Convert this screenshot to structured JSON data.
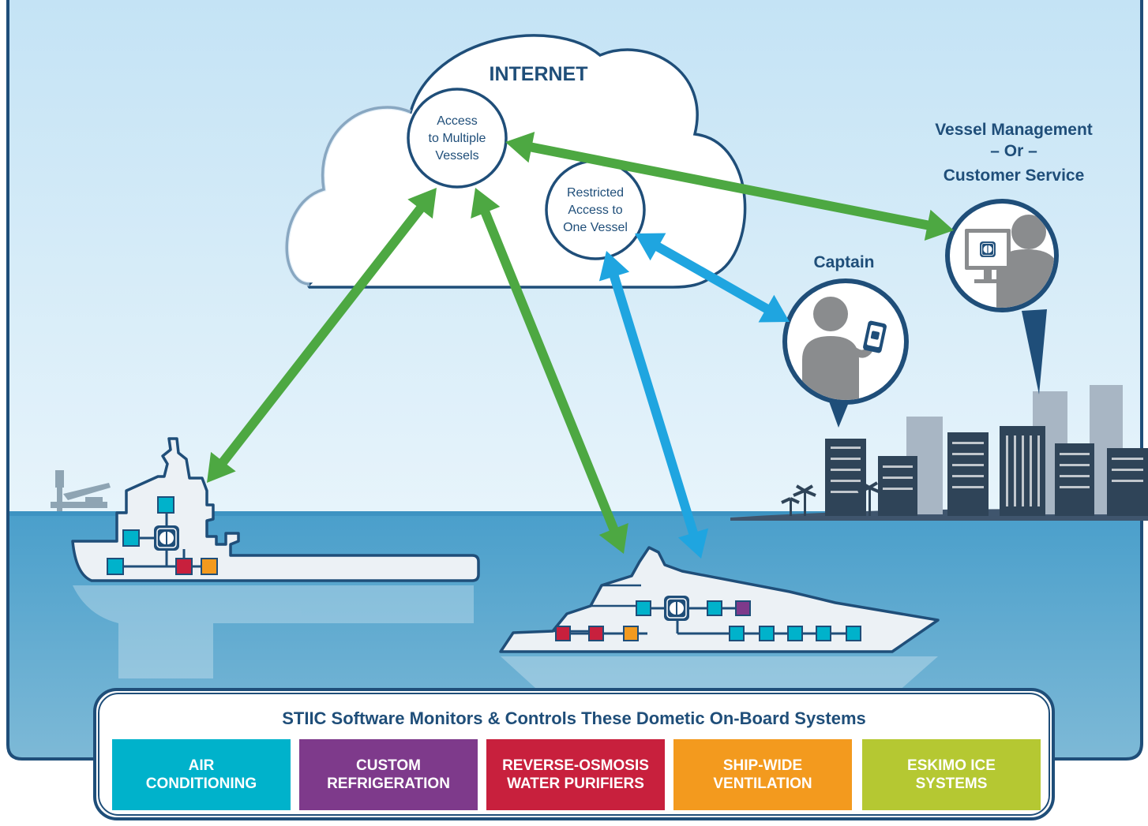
{
  "cloud": {
    "title": "INTERNET",
    "multi_access_label": "Access\nto Multiple\nVessels",
    "restricted_access_label": "Restricted\nAccess to\nOne Vessel"
  },
  "roles": {
    "captain": "Captain",
    "management_line1": "Vessel Management",
    "management_line2": "– Or –",
    "management_line3": "Customer Service"
  },
  "legend": {
    "title": "STIIC Software Monitors & Controls These Dometic On-Board Systems",
    "items": [
      {
        "label": "AIR\nCONDITIONING",
        "color": "#00b2cb"
      },
      {
        "label": "CUSTOM\nREFRIGERATION",
        "color": "#7e3a8b"
      },
      {
        "label": "REVERSE-OSMOSIS\nWATER PURIFIERS",
        "color": "#c8203d"
      },
      {
        "label": "SHIP-WIDE\nVENTILATION",
        "color": "#f39a1e"
      },
      {
        "label": "ESKIMO ICE\nSYSTEMS",
        "color": "#b5c832"
      }
    ]
  },
  "colors": {
    "network_green": "#4da842",
    "restricted_blue": "#1fa5e0",
    "navy": "#1f4e79",
    "sky_top": "#c4e3f5",
    "sea": "#4a9fcb"
  },
  "icons": {
    "logo": "dometic-logo-icon",
    "person": "person-icon",
    "phone": "phone-icon",
    "monitor": "monitor-icon"
  }
}
